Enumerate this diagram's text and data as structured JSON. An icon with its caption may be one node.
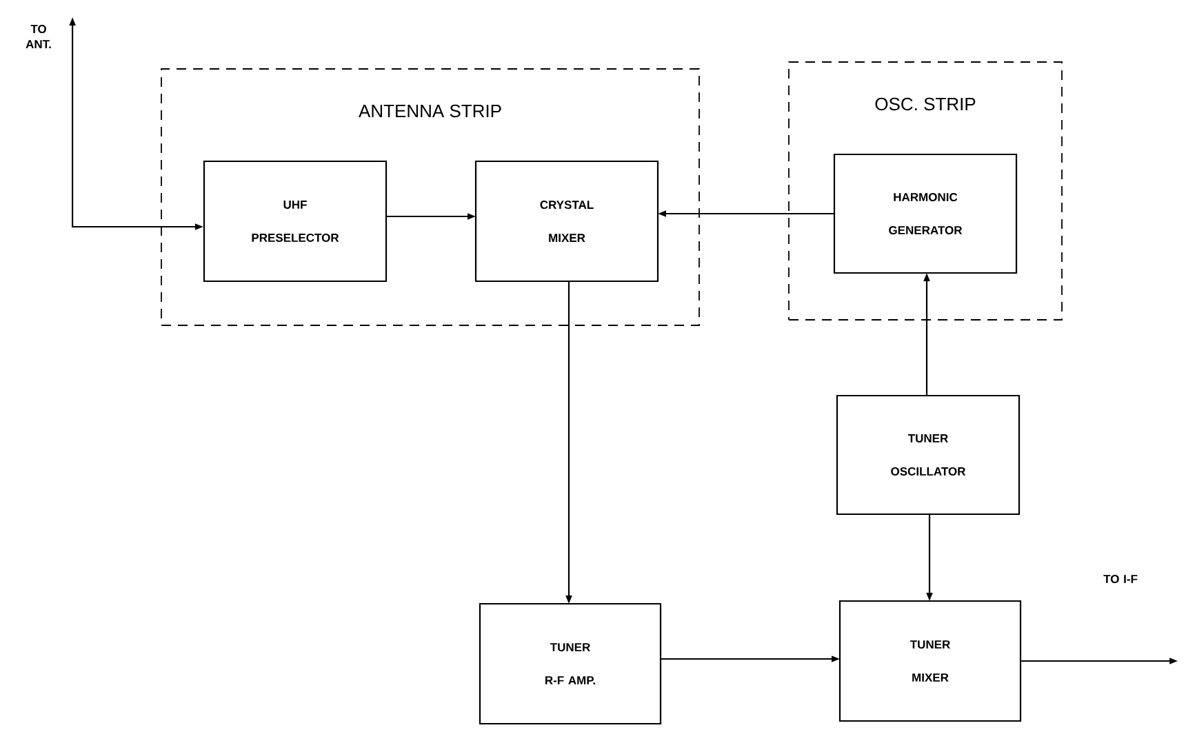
{
  "diagram": {
    "nodes": [
      {
        "text": [
          "ANTENNA STRIP"
        ]
      },
      {
        "text": [
          "UHF PRESELECTOR"
        ],
        "in": 0
      },
      {
        "text": [
          "CRYSTAL MIXER"
        ],
        "in": 0
      },
      {
        "text": [
          "OSC. STRIP"
        ]
      },
      {
        "text": [
          "HARMONIC GENERATOR"
        ],
        "in": 3
      },
      {
        "text": [
          "TUNER OSCILLATOR"
        ]
      },
      {
        "text": [
          "TUNER R-F AMP."
        ]
      },
      {
        "text": [
          "TUNER MIXER"
        ]
      },
      {
        "text": [
          "TO ANT."
        ]
      },
      {
        "text": [
          "TO I-F"
        ]
      }
    ],
    "edges": [
      {
        "from": 8,
        "to": 1,
        "arrow": "both"
      },
      {
        "from": 1,
        "to": 2,
        "arrow": "to"
      },
      {
        "from": 4,
        "to": 2,
        "arrow": "to"
      },
      {
        "from": 2,
        "to": 6,
        "arrow": "to"
      },
      {
        "from": 5,
        "to": 4,
        "arrow": "to"
      },
      {
        "from": 5,
        "to": 7,
        "arrow": "to"
      },
      {
        "from": 6,
        "to": 7,
        "arrow": "to"
      },
      {
        "from": 7,
        "to": 9,
        "arrow": "to"
      }
    ]
  }
}
